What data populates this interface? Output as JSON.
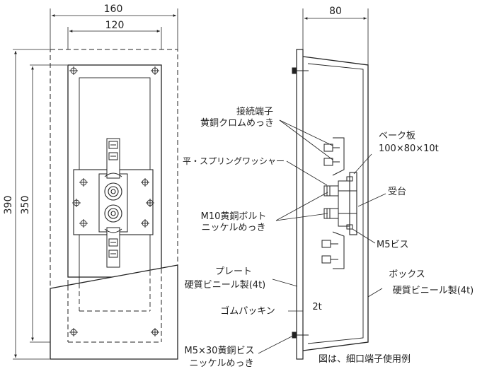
{
  "dims": {
    "front_width_outer": "160",
    "front_width_inner": "120",
    "front_height_outer": "390",
    "front_height_inner": "350",
    "side_depth": "80"
  },
  "labels": {
    "terminal_1": "接続端子",
    "terminal_2": "黄銅クロムめっき",
    "washer": "平・スプリングワッシャー",
    "bolt_1": "M10黄銅ボルト",
    "bolt_2": "ニッケルめっき",
    "bakelite_1": "ベーク板",
    "bakelite_2": "100×80×10t",
    "receiver": "受台",
    "screw": "M5ビス",
    "plate_1": "プレート",
    "plate_2": "硬質ビニール製(4t)",
    "box_1": "ボックス",
    "box_2": "硬質ビニール製(4t)",
    "packing": "ゴムパッキン",
    "packing_t": "2t",
    "screw2_1": "M5×30黄銅ビス",
    "screw2_2": "ニッケルめっき",
    "caption": "図は、細口端子使用例"
  }
}
